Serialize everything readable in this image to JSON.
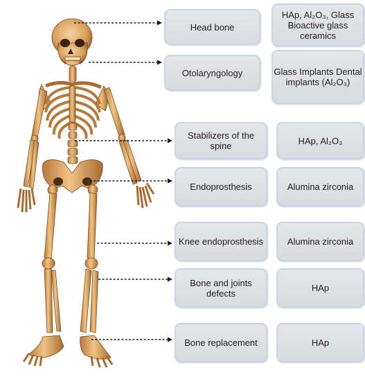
{
  "rows": [
    {
      "site": "Head bone",
      "material": "HAp, Al₂O₃, Glass Bioactive glass ceramics"
    },
    {
      "site": "Otolaryngology",
      "material": "Glass Implants Dental implants (Al₂O₃)"
    },
    {
      "site": "Stabilizers of the spine",
      "material": "HAp, Al₂O₃"
    },
    {
      "site": "Endoprosthesis",
      "material": "Alumina zirconia"
    },
    {
      "site": "Knee endoprosthesis",
      "material": "Alumina zirconia"
    },
    {
      "site": "Bone and joints defects",
      "material": "HAp"
    },
    {
      "site": "Bone replacement",
      "material": "HAp"
    }
  ],
  "colors": {
    "box_fill": "#dcdee1",
    "box_border": "#c9d5e6",
    "bone": "#d9a25c",
    "bone_shadow": "#8a5a26",
    "arrow": "#1a1a1a"
  }
}
